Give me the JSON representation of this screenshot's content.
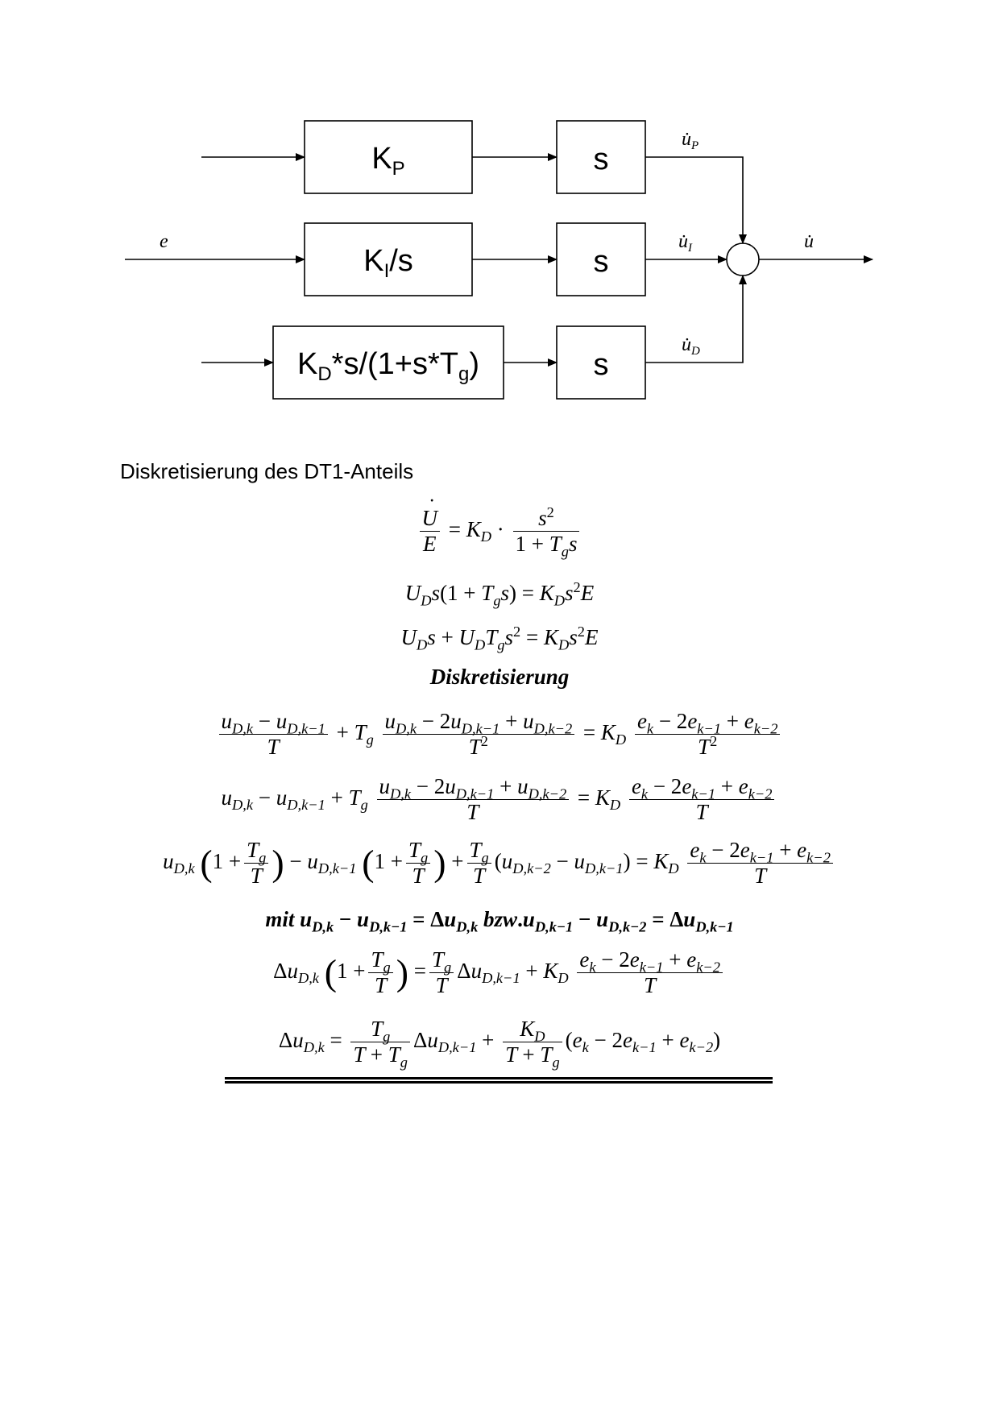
{
  "diagram": {
    "input_label": "e",
    "output_label": "u̇",
    "blocks": {
      "kp": {
        "main": "K",
        "sub": "P",
        "tail": ""
      },
      "ki": {
        "main": "K",
        "sub": "I",
        "tail": "/s"
      },
      "kd": {
        "main": "K",
        "sub": "D",
        "mid": "*s/(1+s*T",
        "sub2": "g",
        "tail": ")"
      },
      "s1": "s",
      "s2": "s",
      "s3": "s"
    },
    "signals": {
      "up": {
        "base": "u̇",
        "sub": "P"
      },
      "ui": {
        "base": "u̇",
        "sub": "I"
      },
      "ud": {
        "base": "u̇",
        "sub": "D"
      }
    }
  },
  "heading": "Diskretisierung des DT1-Anteils",
  "derivation_title": "Diskretisierung",
  "note": "mit u_{D,k} − u_{D,k−1} = Δu_{D,k} bzw. u_{D,k−1} − u_{D,k−2} = Δu_{D,k−1}",
  "equations": [
    "U̇/E = K_D · s²/(1 + T_g s)",
    "U_D s(1 + T_g s) = K_D s² E",
    "U_D s + U_D T_g s² = K_D s² E",
    "(u_{D,k} − u_{D,k−1})/T + T_g (u_{D,k} − 2u_{D,k−1} + u_{D,k−2})/T² = K_D (e_k − 2e_{k−1} + e_{k−2})/T²",
    "u_{D,k} − u_{D,k−1} + T_g (u_{D,k} − 2u_{D,k−1} + u_{D,k−2})/T = K_D (e_k − 2e_{k−1} + e_{k−2})/T",
    "u_{D,k}(1 + T_g/T) − u_{D,k−1}(1 + T_g/T) + T_g/T (u_{D,k−2} − u_{D,k−1}) = K_D (e_k − 2e_{k−1} + e_{k−2})/T",
    "Δu_{D,k}(1 + T_g/T) = T_g/T Δu_{D,k−1} + K_D (e_k − 2e_{k−1} + e_{k−2})/T",
    "Δu_{D,k} = T_g/(T + T_g) Δu_{D,k−1} + K_D/(T + T_g) (e_k − 2e_{k−1} + e_{k−2})"
  ]
}
